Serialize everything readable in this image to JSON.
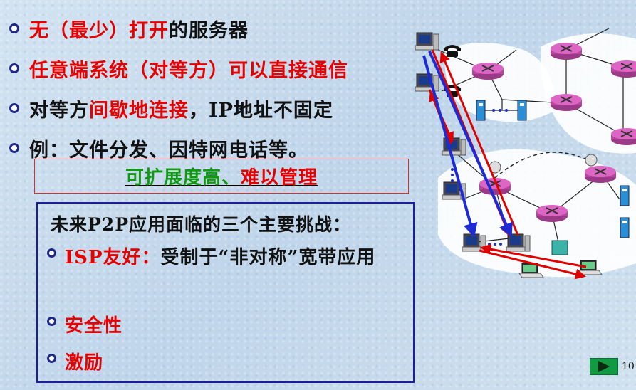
{
  "bullets": [
    {
      "segments": [
        {
          "text": "无（最少）打开",
          "color": "red"
        },
        {
          "text": "的服务器",
          "color": "black"
        }
      ]
    },
    {
      "segments": [
        {
          "text": "任意端系统（对等方）可以直接通信",
          "color": "red"
        }
      ]
    },
    {
      "segments": [
        {
          "text": "对等方",
          "color": "black"
        },
        {
          "text": "间歇地连接",
          "color": "red"
        },
        {
          "text": "，IP地址不固定",
          "color": "black"
        }
      ]
    },
    {
      "segments": [
        {
          "text": "例：文件分发、因特网电话等。",
          "color": "black"
        }
      ]
    }
  ],
  "highlight": {
    "part1": "可扩展度高、",
    "part2": "难以管理"
  },
  "challenges": {
    "title": "未来P2P应用面临的三个主要挑战：",
    "items": [
      {
        "label": "ISP友好：",
        "rest": "受制于“非对称”宽带应用"
      },
      {
        "label": "安全性",
        "rest": ""
      },
      {
        "label": "激励",
        "rest": ""
      }
    ]
  },
  "page_number": "10",
  "colors": {
    "red": "#e60000",
    "black": "#111111",
    "green": "#119911",
    "blue_border": "#1d1d9a",
    "router": "#cc55aa",
    "arrow_red": "#e00000",
    "arrow_blue": "#1d2bd6"
  }
}
